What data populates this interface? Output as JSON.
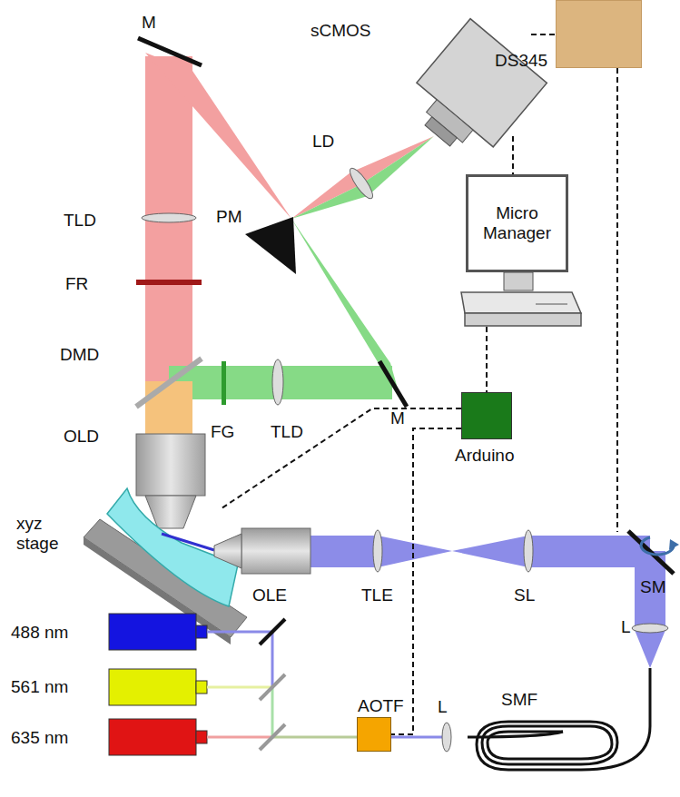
{
  "diagram": {
    "nodes": [
      {
        "text": [
          "sCMOS"
        ]
      },
      {
        "text": [
          "DS345"
        ]
      },
      {
        "text": [
          "Micro Manager"
        ]
      },
      {
        "text": [
          "Arduino"
        ]
      },
      {
        "text": [
          "AOTF"
        ]
      }
    ],
    "edges": [
      {
        "from": 0,
        "to": 1,
        "arrow": "none"
      },
      {
        "from": 0,
        "to": 2,
        "arrow": "none"
      },
      {
        "from": 2,
        "to": 3,
        "arrow": "none"
      },
      {
        "from": 3,
        "to": 4,
        "arrow": "none"
      }
    ],
    "labels": [
      "M",
      "LD",
      "PM",
      "TLD",
      "FR",
      "DMD",
      "FG",
      "TLD",
      "M",
      "OLD",
      "xyz stage",
      "OLE",
      "TLE",
      "SL",
      "SM",
      "L",
      "SMF",
      "L",
      "488 nm",
      "561 nm",
      "635 nm"
    ]
  }
}
